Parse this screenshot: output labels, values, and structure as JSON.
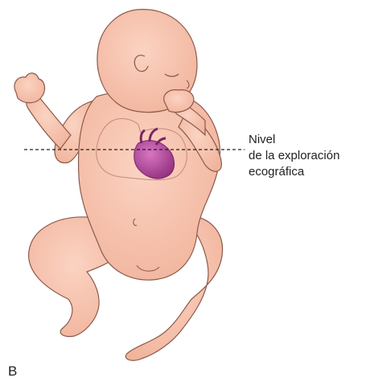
{
  "annotation": {
    "line1": "Nivel",
    "line2": "de la exploración",
    "line3": "ecográfica"
  },
  "panel_label": "B",
  "colors": {
    "skin": "#f6c2ad",
    "skin_shade": "#eea98f",
    "outline": "#8a5a4c",
    "heart": "#b5459a",
    "heart_dark": "#7a2468",
    "scan_line": "#222222"
  }
}
